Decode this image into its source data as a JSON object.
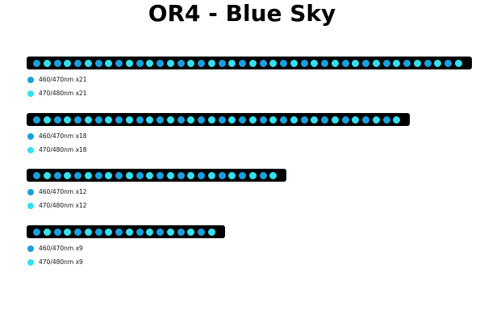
{
  "title": "OR4 - Blue Sky",
  "colors": {
    "background": "#ffffff",
    "bar": "#000000",
    "led_460_470": "#1a9fde",
    "led_470_480": "#33e0f0"
  },
  "fixtures": [
    {
      "led_count": 42,
      "legend": [
        {
          "label": "460/470nm x21",
          "color": "#1a9fde"
        },
        {
          "label": "470/480nm x21",
          "color": "#33e0f0"
        }
      ]
    },
    {
      "led_count": 36,
      "legend": [
        {
          "label": "460/470nm x18",
          "color": "#1a9fde"
        },
        {
          "label": "470/480nm x18",
          "color": "#33e0f0"
        }
      ]
    },
    {
      "led_count": 24,
      "legend": [
        {
          "label": "460/470nm x12",
          "color": "#1a9fde"
        },
        {
          "label": "470/480nm x12",
          "color": "#33e0f0"
        }
      ]
    },
    {
      "led_count": 18,
      "legend": [
        {
          "label": "460/470nm x9",
          "color": "#1a9fde"
        },
        {
          "label": "470/480nm x9",
          "color": "#33e0f0"
        }
      ]
    }
  ]
}
